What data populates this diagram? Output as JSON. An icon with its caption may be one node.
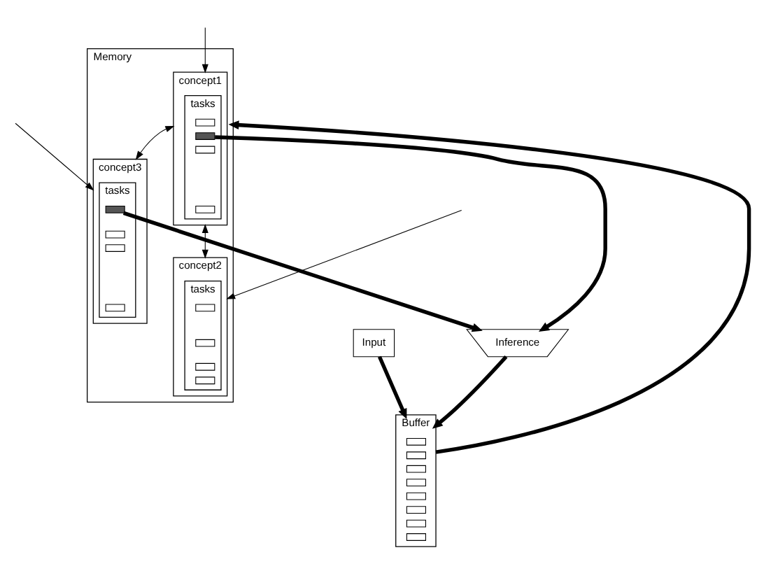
{
  "diagram": {
    "nodes": [
      {
        "text": [
          "Memory"
        ]
      },
      {
        "text": [
          "concept1"
        ],
        "in": 0
      },
      {
        "text": [
          "tasks"
        ],
        "in": 1
      },
      {
        "text": [],
        "shape": "box",
        "in": 2
      },
      {
        "text": [],
        "shape": "box",
        "in": 2
      },
      {
        "text": [],
        "shape": "box",
        "in": 2
      },
      {
        "text": [],
        "shape": "box",
        "in": 2
      },
      {
        "text": [
          "concept2"
        ],
        "in": 0
      },
      {
        "text": [
          "tasks"
        ],
        "in": 7
      },
      {
        "text": [],
        "shape": "box",
        "in": 8
      },
      {
        "text": [],
        "shape": "box",
        "in": 8
      },
      {
        "text": [],
        "shape": "box",
        "in": 8
      },
      {
        "text": [],
        "shape": "box",
        "in": 8
      },
      {
        "text": [
          "concept3"
        ],
        "in": 0
      },
      {
        "text": [
          "tasks"
        ],
        "in": 13
      },
      {
        "text": [],
        "shape": "box",
        "in": 14
      },
      {
        "text": [],
        "shape": "box",
        "in": 14
      },
      {
        "text": [],
        "shape": "box",
        "in": 14
      },
      {
        "text": [],
        "shape": "box",
        "in": 14
      },
      {
        "text": [
          "Inference"
        ]
      },
      {
        "text": [
          "Input"
        ]
      },
      {
        "text": [
          "Buffer"
        ]
      },
      {
        "text": [],
        "shape": "box",
        "in": 21
      },
      {
        "text": [],
        "shape": "box",
        "in": 21
      },
      {
        "text": [],
        "shape": "box",
        "in": 21
      },
      {
        "text": [],
        "shape": "box",
        "in": 21
      },
      {
        "text": [],
        "shape": "box",
        "in": 21
      },
      {
        "text": [],
        "shape": "box",
        "in": 21
      },
      {
        "text": [],
        "shape": "box",
        "in": 21
      },
      {
        "text": [],
        "shape": "box",
        "in": 21
      }
    ],
    "edges": [
      {
        "from": null,
        "to": 1,
        "arrow": "to"
      },
      {
        "from": null,
        "to": 7,
        "arrow": "to"
      },
      {
        "from": null,
        "to": 13,
        "arrow": "to"
      },
      {
        "from": 1,
        "to": 7,
        "arrow": "both"
      },
      {
        "from": 1,
        "to": 13,
        "arrow": "both"
      },
      {
        "from": 4,
        "to": 19,
        "arrow": "to",
        "style": "thick"
      },
      {
        "from": 15,
        "to": 19,
        "arrow": "to",
        "style": "thick"
      },
      {
        "from": 19,
        "to": 21,
        "arrow": "to",
        "style": "thick"
      },
      {
        "from": 20,
        "to": 21,
        "arrow": "to",
        "style": "thick"
      },
      {
        "from": 21,
        "to": 0,
        "arrow": "to",
        "style": "thick"
      }
    ]
  }
}
